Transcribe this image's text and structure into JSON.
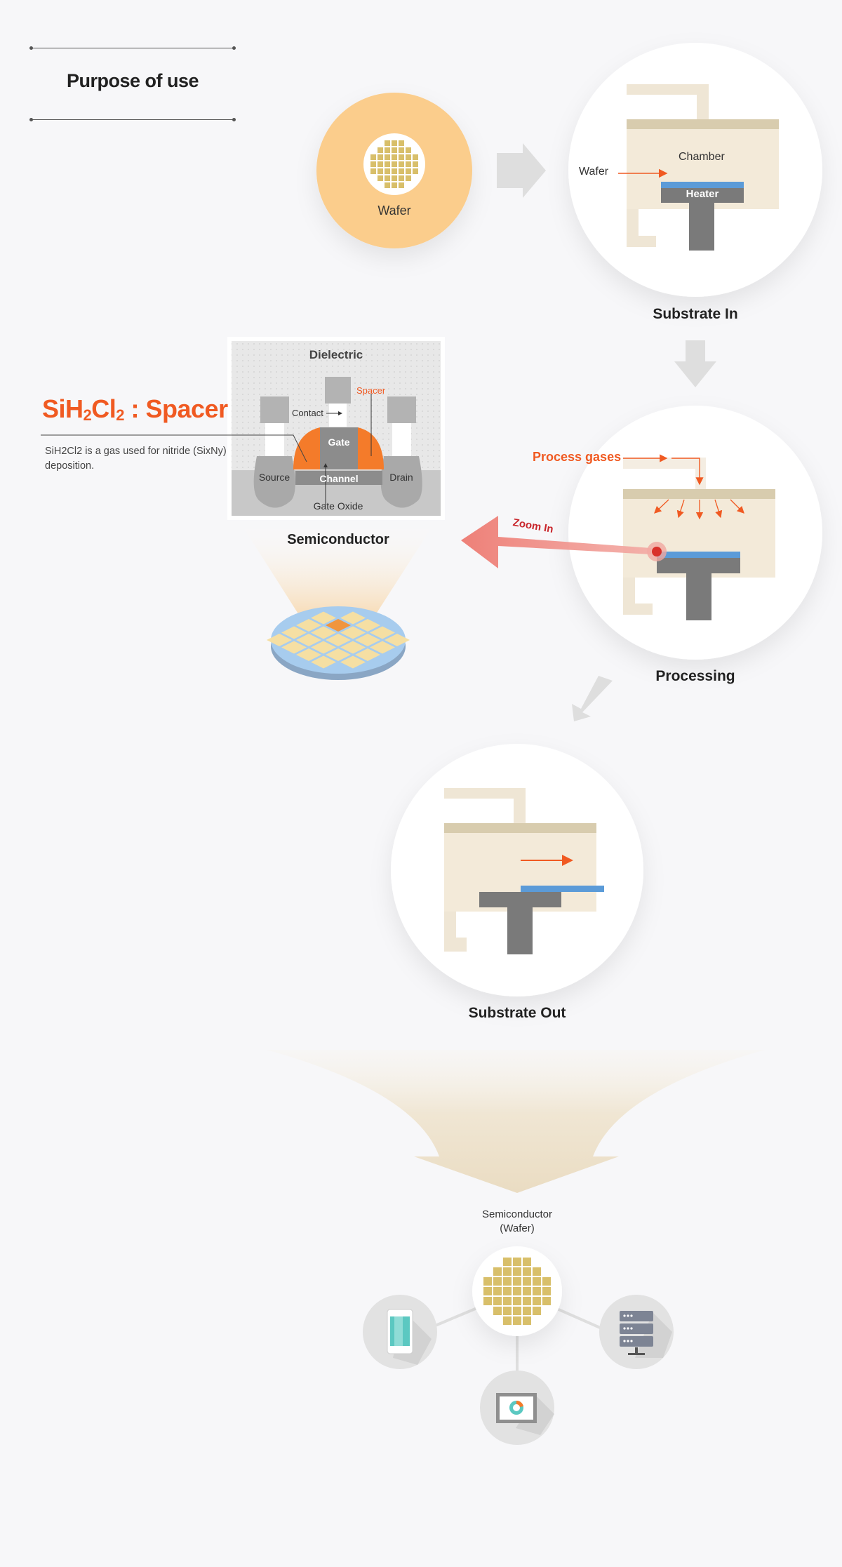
{
  "header": {
    "title": "Purpose of use"
  },
  "steps": {
    "wafer": "Wafer",
    "substrate_in": {
      "label": "Substrate In",
      "chamber": "Chamber",
      "wafer": "Wafer",
      "heater": "Heater"
    },
    "processing": {
      "label": "Processing",
      "process_gases": "Process gases",
      "zoom": "Zoom In"
    },
    "substrate_out": {
      "label": "Substrate Out"
    }
  },
  "gas": {
    "formula": [
      "SiH",
      "2",
      "Cl",
      "2",
      " : Spacer"
    ],
    "description": "SiH2Cl2 is a gas used for nitride (SixNy) deposition."
  },
  "device": {
    "dielectric": "Dielectric",
    "spacer": "Spacer",
    "contact": "Contact",
    "gate": "Gate",
    "source": "Source",
    "drain": "Drain",
    "channel": "Channel",
    "gate_oxide": "Gate Oxide",
    "caption": "Semiconductor"
  },
  "applications": {
    "center": "Semiconductor",
    "center_sub": "(Wafer)",
    "icons": [
      "smartphone-icon",
      "server-icon",
      "monitor-icon"
    ]
  },
  "colors": {
    "accent": "#f05a22",
    "wafer_circle": "#fbcd8c",
    "chip": "#d8bf6a",
    "chamber": "#f3ead9",
    "chamber_lid": "#d8ccae",
    "heater": "#7a7a7a",
    "wafer_blue": "#5b9bd8",
    "zoom_arrow": "#ef8c86"
  }
}
